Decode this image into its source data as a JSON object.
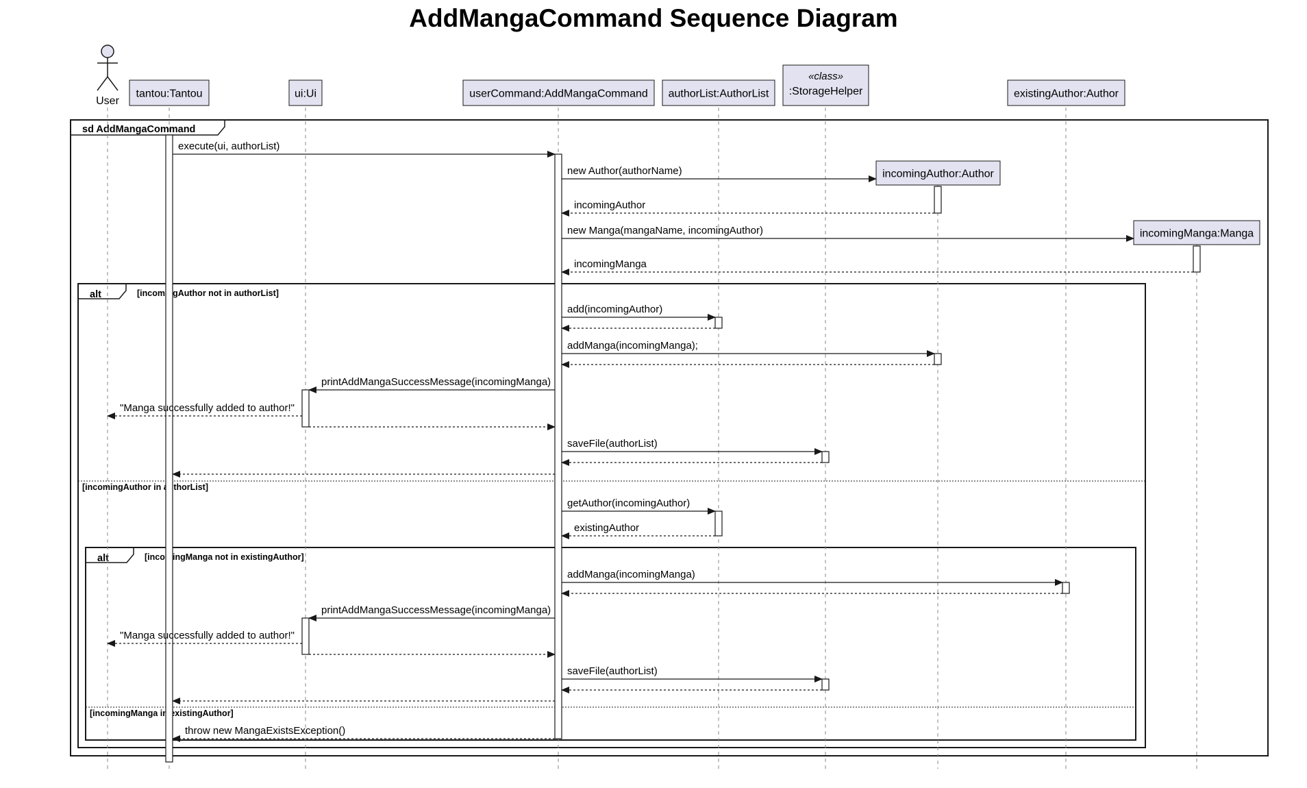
{
  "title": "AddMangaCommand Sequence Diagram",
  "colors": {
    "participant_fill": "#E2E2F0",
    "participant_stroke": "#181818",
    "lifeline": "#888888",
    "line": "#181818",
    "activation_fill": "#ffffff"
  },
  "actor": {
    "id": "user",
    "label": "User"
  },
  "participants": [
    {
      "id": "tantou",
      "label": "tantou:Tantou"
    },
    {
      "id": "ui",
      "label": "ui:Ui"
    },
    {
      "id": "cmd",
      "label": "userCommand:AddMangaCommand"
    },
    {
      "id": "authorList",
      "label": "authorList:AuthorList"
    },
    {
      "id": "storage",
      "label": ":StorageHelper",
      "stereotype": "«class»"
    },
    {
      "id": "incomingAuthor",
      "label": "incomingAuthor:Author",
      "created": true
    },
    {
      "id": "existingAuthor",
      "label": "existingAuthor:Author"
    },
    {
      "id": "incomingManga",
      "label": "incomingManga:Manga",
      "created": true
    }
  ],
  "frame": {
    "label": "sd AddMangaCommand"
  },
  "fragments": [
    {
      "id": "alt-outer",
      "keyword": "alt",
      "guard": "[incomingAuthor not in authorList]",
      "else_guard": "[incomingAuthor in authorList]"
    },
    {
      "id": "alt-inner",
      "keyword": "alt",
      "guard": "[incomingManga not in existingAuthor]",
      "else_guard": "[incomingManga in existingAuthor]"
    }
  ],
  "messages": [
    {
      "from": "tantou",
      "to": "cmd",
      "label": "execute(ui, authorList)",
      "kind": "call"
    },
    {
      "from": "cmd",
      "to": "incomingAuthor",
      "label": "new Author(authorName)",
      "kind": "create"
    },
    {
      "from": "incomingAuthor",
      "to": "cmd",
      "label": "incomingAuthor",
      "kind": "return"
    },
    {
      "from": "cmd",
      "to": "incomingManga",
      "label": "new Manga(mangaName, incomingAuthor)",
      "kind": "create"
    },
    {
      "from": "incomingManga",
      "to": "cmd",
      "label": "incomingManga",
      "kind": "return"
    },
    {
      "from": "cmd",
      "to": "authorList",
      "label": "add(incomingAuthor)",
      "kind": "call"
    },
    {
      "from": "authorList",
      "to": "cmd",
      "label": "",
      "kind": "return"
    },
    {
      "from": "cmd",
      "to": "incomingAuthor",
      "label": "addManga(incomingManga);",
      "kind": "call"
    },
    {
      "from": "incomingAuthor",
      "to": "cmd",
      "label": "",
      "kind": "return"
    },
    {
      "from": "cmd",
      "to": "ui",
      "label": "printAddMangaSuccessMessage(incomingManga)",
      "kind": "call"
    },
    {
      "from": "ui",
      "to": "user",
      "label": "\"Manga successfully added to author!\"",
      "kind": "return"
    },
    {
      "from": "ui",
      "to": "cmd",
      "label": "",
      "kind": "return"
    },
    {
      "from": "cmd",
      "to": "storage",
      "label": "saveFile(authorList)",
      "kind": "call"
    },
    {
      "from": "storage",
      "to": "cmd",
      "label": "",
      "kind": "return"
    },
    {
      "from": "cmd",
      "to": "tantou",
      "label": "",
      "kind": "return"
    },
    {
      "from": "cmd",
      "to": "authorList",
      "label": "getAuthor(incomingAuthor)",
      "kind": "call"
    },
    {
      "from": "authorList",
      "to": "cmd",
      "label": "existingAuthor",
      "kind": "return"
    },
    {
      "from": "cmd",
      "to": "existingAuthor",
      "label": "addManga(incomingManga)",
      "kind": "call"
    },
    {
      "from": "existingAuthor",
      "to": "cmd",
      "label": "",
      "kind": "return"
    },
    {
      "from": "cmd",
      "to": "ui",
      "label": "printAddMangaSuccessMessage(incomingManga)",
      "kind": "call"
    },
    {
      "from": "ui",
      "to": "user",
      "label": "\"Manga successfully added to author!\"",
      "kind": "return"
    },
    {
      "from": "ui",
      "to": "cmd",
      "label": "",
      "kind": "return"
    },
    {
      "from": "cmd",
      "to": "storage",
      "label": "saveFile(authorList)",
      "kind": "call"
    },
    {
      "from": "storage",
      "to": "cmd",
      "label": "",
      "kind": "return"
    },
    {
      "from": "cmd",
      "to": "tantou",
      "label": "",
      "kind": "return"
    },
    {
      "from": "cmd",
      "to": "tantou",
      "label": "throw new MangaExistsException()",
      "kind": "return"
    }
  ]
}
